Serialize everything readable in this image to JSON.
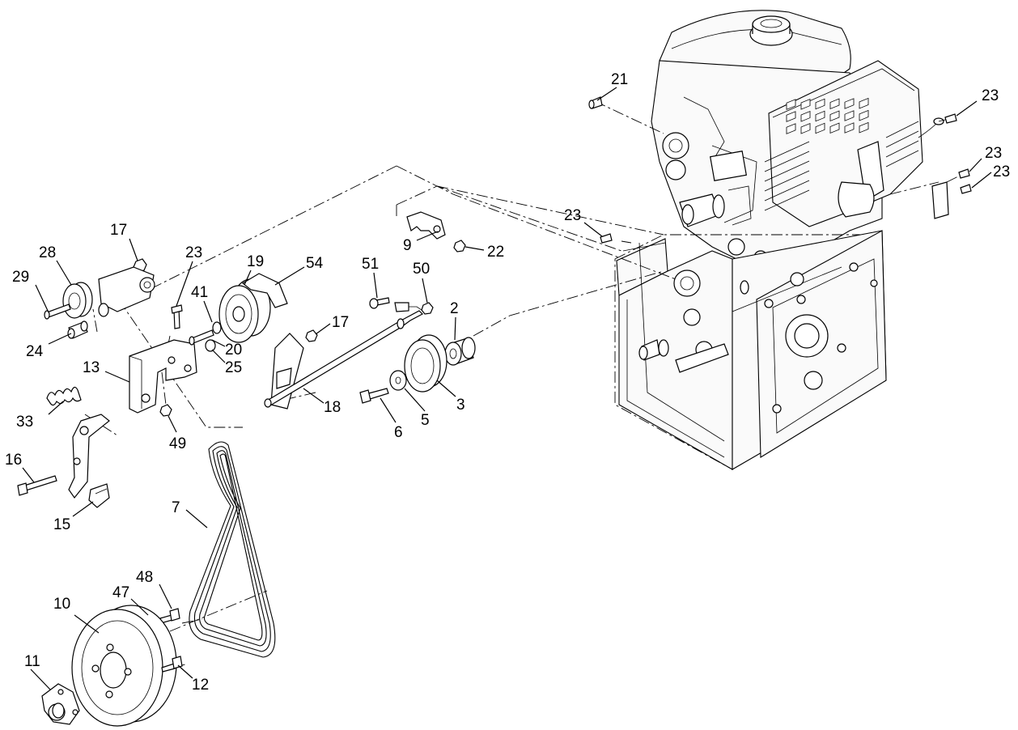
{
  "diagram": {
    "callouts": [
      {
        "id": "c21",
        "text": "21"
      },
      {
        "id": "c23a",
        "text": "23"
      },
      {
        "id": "c23b",
        "text": "23"
      },
      {
        "id": "c23c",
        "text": "23"
      },
      {
        "id": "c23d",
        "text": "23"
      },
      {
        "id": "c23e",
        "text": "23"
      },
      {
        "id": "c9",
        "text": "9"
      },
      {
        "id": "c22",
        "text": "22"
      },
      {
        "id": "c17a",
        "text": "17"
      },
      {
        "id": "c28",
        "text": "28"
      },
      {
        "id": "c29",
        "text": "29"
      },
      {
        "id": "c24",
        "text": "24"
      },
      {
        "id": "c19",
        "text": "19"
      },
      {
        "id": "c54",
        "text": "54"
      },
      {
        "id": "c51",
        "text": "51"
      },
      {
        "id": "c50",
        "text": "50"
      },
      {
        "id": "c41",
        "text": "41"
      },
      {
        "id": "c20",
        "text": "20"
      },
      {
        "id": "c25",
        "text": "25"
      },
      {
        "id": "c17b",
        "text": "17"
      },
      {
        "id": "c2",
        "text": "2"
      },
      {
        "id": "c13",
        "text": "13"
      },
      {
        "id": "c33",
        "text": "33"
      },
      {
        "id": "c49",
        "text": "49"
      },
      {
        "id": "c18",
        "text": "18"
      },
      {
        "id": "c6",
        "text": "6"
      },
      {
        "id": "c5",
        "text": "5"
      },
      {
        "id": "c3",
        "text": "3"
      },
      {
        "id": "c16",
        "text": "16"
      },
      {
        "id": "c15",
        "text": "15"
      },
      {
        "id": "c7",
        "text": "7"
      },
      {
        "id": "c47",
        "text": "47"
      },
      {
        "id": "c48",
        "text": "48"
      },
      {
        "id": "c10",
        "text": "10"
      },
      {
        "id": "c11",
        "text": "11"
      },
      {
        "id": "c12",
        "text": "12"
      }
    ]
  }
}
